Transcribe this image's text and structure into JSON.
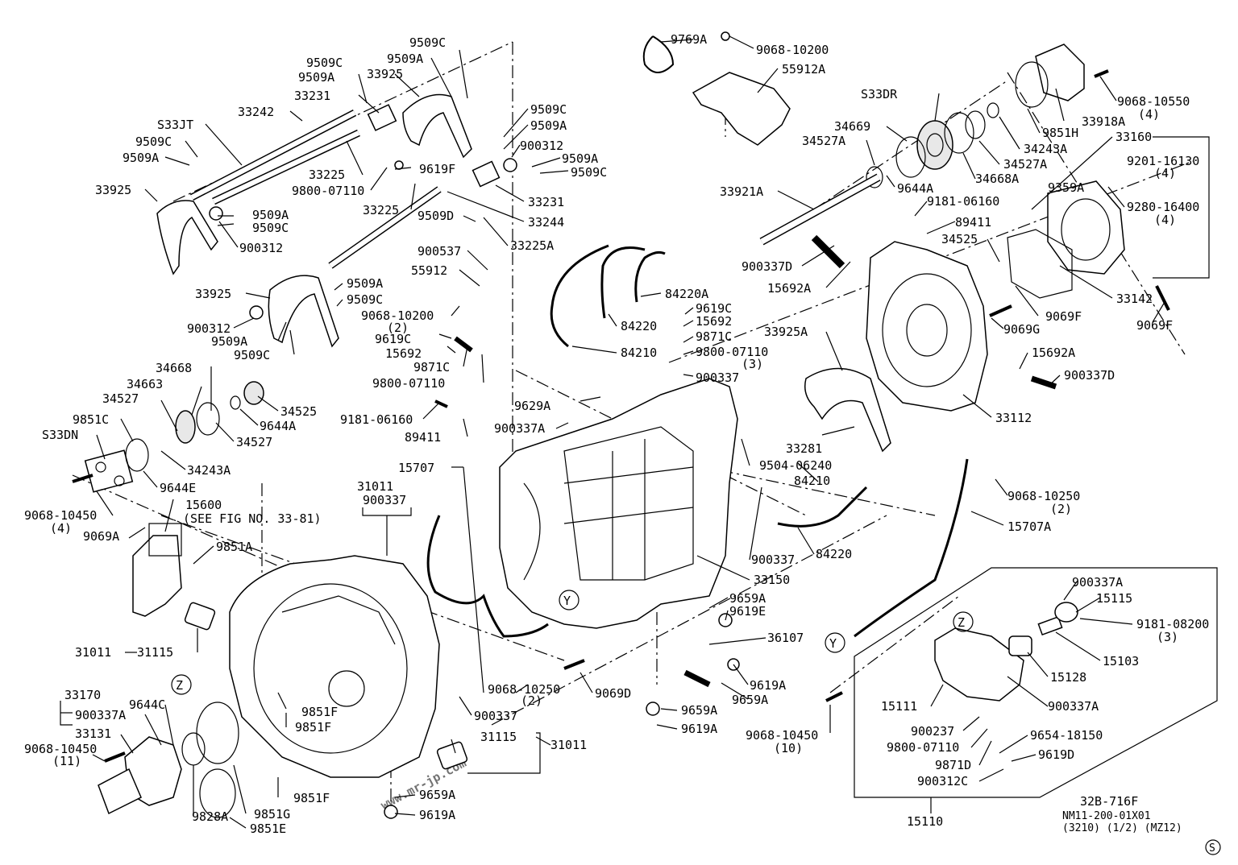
{
  "watermark": "www.mr-jp.com",
  "diagram": {
    "code": "32B-716F",
    "ref": "NM11-200-01X01",
    "sheet": "(3210) (1/2) (MZ12)",
    "corner_symbol": "S",
    "see_fig": "(SEE FIG NO. 33-81)"
  },
  "labels": {
    "p9769A": "9769A",
    "p9068_10200a": "9068-10200",
    "p55912A": "55912A",
    "p9068_10550": "9068-10550",
    "q4a": "(4)",
    "p33918A": "33918A",
    "p9851H": "9851H",
    "p33160": "33160",
    "p9201_16130": "9201-16130",
    "q4b": "(4)",
    "p9359A": "9359A",
    "p9280_16400": "9280-16400",
    "q4c": "(4)",
    "p33142": "33142",
    "p9069Fa": "9069F",
    "p9069Fb": "9069F",
    "p9069G": "9069G",
    "p15692Aa": "15692A",
    "p900337Da": "900337D",
    "p33112": "33112",
    "pS33DR": "S33DR",
    "p34669": "34669",
    "p34527Aa": "34527A",
    "p34243Aa": "34243A",
    "p34527Ab": "34527A",
    "p34668A": "34668A",
    "p9644Aa": "9644A",
    "p9181_06160a": "9181-06160",
    "p89411a": "89411",
    "p34525a": "34525",
    "p33921A": "33921A",
    "p900337Db": "900337D",
    "p15692Ab": "15692A",
    "p84220Aa": "84220A",
    "p84220a": "84220",
    "p84210a": "84210",
    "p9619Ca": "9619C",
    "p15692a": "15692",
    "p9871Ca": "9871C",
    "p9800_07110a": "9800-07110",
    "q3a": "(3)",
    "p33925A": "33925A",
    "p900337a": "900337",
    "p9629A": "9629A",
    "p900337Aa": "900337A",
    "p33281": "33281",
    "p9504_06240": "9504-06240",
    "p84210b": "84210",
    "p9068_10250a": "9068-10250",
    "q2a": "(2)",
    "p15707A": "15707A",
    "p900337b": "900337",
    "p84220b": "84220",
    "p33150": "33150",
    "p9659Aa": "9659A",
    "p9619Ea": "9619E",
    "p36107": "36107",
    "p9619Aa": "9619A",
    "p9659Ab": "9659A",
    "p9659Ac": "9659A",
    "p9619Ab": "9619A",
    "p9068_10450a": "9068-10450",
    "q10": "(10)",
    "p900337Ab": "900337A",
    "p15115": "15115",
    "p9181_08200": "9181-08200",
    "q3b": "(3)",
    "p15103": "15103",
    "p15128": "15128",
    "p900337Ac": "900337A",
    "p15111": "15111",
    "p900237": "900237",
    "p9800_07110b": "9800-07110",
    "p9654_18150": "9654-18150",
    "p9871D": "9871D",
    "p9619D": "9619D",
    "p900312C": "900312C",
    "p15110": "15110",
    "p9509Ca": "9509C",
    "p9509Aa": "9509A",
    "p9509Cb": "9509C",
    "p9509Ab": "9509A",
    "p33925a": "33925",
    "p33231a": "33231",
    "p33242": "33242",
    "pS33JT": "S33JT",
    "p9509Cc": "9509C",
    "p9509Ac": "9509A",
    "p33925b": "33925",
    "p9509Ad": "9509A",
    "p9509Cd": "9509C",
    "p900312a": "900312",
    "p33225a": "33225",
    "p9619F": "9619F",
    "p9800_07110c": "9800-07110",
    "p33225b": "33225",
    "p9509Ce": "9509C",
    "p9509Ae": "9509A",
    "p900312b": "900312",
    "p9509Af": "9509A",
    "p9509Cf": "9509C",
    "p33231b": "33231",
    "p33244": "33244",
    "p9509D": "9509D",
    "p33225A": "33225A",
    "p900537": "900537",
    "p55912": "55912",
    "p33925c": "33925",
    "p9509Ag": "9509A",
    "p9509Cg": "9509C",
    "p900312c": "900312",
    "p9509Ah": "9509A",
    "p9509Ch": "9509C",
    "p9068_10200b": "9068-10200",
    "q2b": "(2)",
    "p9619Cb": "9619C",
    "p15692b": "15692",
    "p9871Cb": "9871C",
    "p9800_07110d": "9800-07110",
    "p9181_06160b": "9181-06160",
    "p89411b": "89411",
    "p34668": "34668",
    "p34663": "34663",
    "p34527a": "34527",
    "p9851C": "9851C",
    "pS33DN": "S33DN",
    "p34525b": "34525",
    "p9644Ab": "9644A",
    "p34527b": "34527",
    "p34243Ab": "34243A",
    "p9644E": "9644E",
    "p9068_10450b": "9068-10450",
    "q4d": "(4)",
    "p15600": "15600",
    "p31011a": "31011",
    "p900337c": "900337",
    "p15707": "15707",
    "p9069A": "9069A",
    "p9851A": "9851A",
    "p31011b": "31011",
    "p31115a": "31115",
    "z1": "Z",
    "y1": "Y",
    "y2": "Y",
    "z2": "Z",
    "p9068_10250b": "9068-10250",
    "q2c": "(2)",
    "p9069D": "9069D",
    "p900337d": "900337",
    "p31115b": "31115",
    "p31011c": "31011",
    "p9659Ad": "9659A",
    "p9619Ac": "9619A",
    "p33170": "33170",
    "p900337Ad": "900337A",
    "p33131": "33131",
    "p9644C": "9644C",
    "p9068_10450c": "9068-10450",
    "q11": "(11)",
    "p9851Fa": "9851F",
    "p9851Fb": "9851F",
    "p9851Fc": "9851F",
    "p9828A": "9828A",
    "p9851G": "9851G",
    "p9851E": "9851E"
  }
}
